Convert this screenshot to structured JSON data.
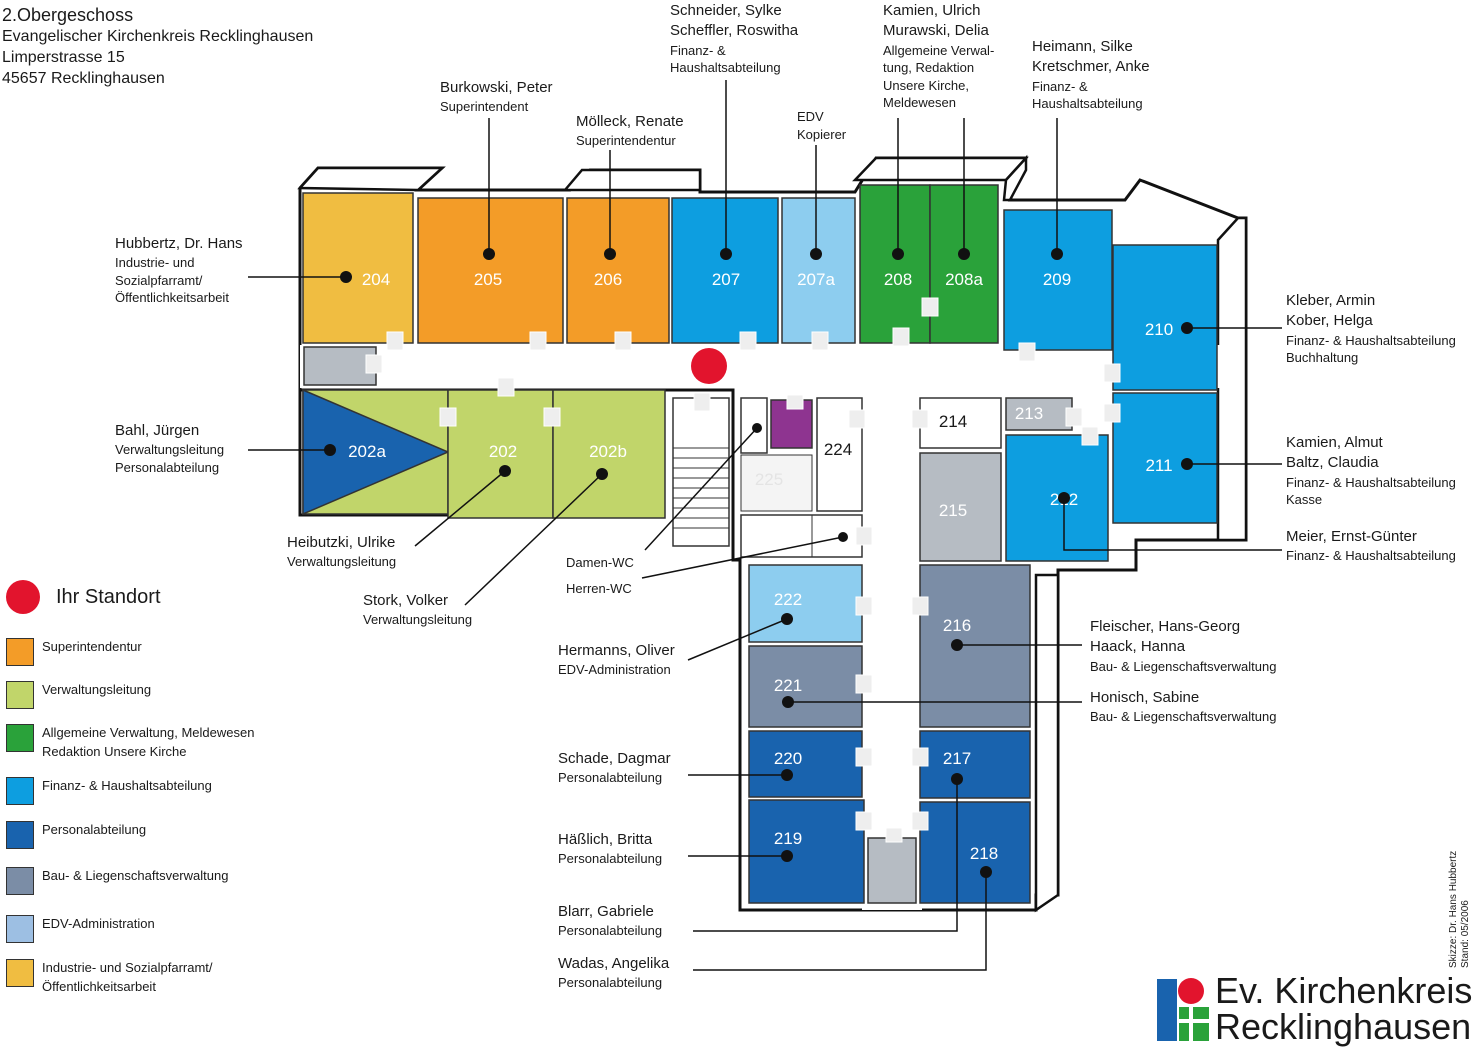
{
  "header": {
    "floor": "2.Obergeschoss",
    "org": "Evangelischer Kirchenkreis Recklinghausen",
    "street": "Limperstrasse 15",
    "city": "45657 Recklinghausen"
  },
  "colors": {
    "superintendentur": "#f39c28",
    "verwaltungsleitung": "#c1d56a",
    "allgemeine": "#2aa23a",
    "finanz": "#0d9ee0",
    "personal": "#1963ae",
    "bau": "#7b8da6",
    "edv": "#8dcdef",
    "industrie": "#f0bd41",
    "grey": "#b6bcc3",
    "wc": "#8e3490",
    "standort": "#e2142d"
  },
  "rooms": {
    "r204": "204",
    "r205": "205",
    "r206": "206",
    "r207": "207",
    "r207a": "207a",
    "r208": "208",
    "r208a": "208a",
    "r209": "209",
    "r210": "210",
    "r211": "211",
    "r212": "212",
    "r213": "213",
    "r214": "214",
    "r215": "215",
    "r216": "216",
    "r217": "217",
    "r218": "218",
    "r219": "219",
    "r220": "220",
    "r221": "221",
    "r222": "222",
    "r224": "224",
    "r225": "225",
    "r202": "202",
    "r202a": "202a",
    "r202b": "202b"
  },
  "labels": {
    "hubbertz": {
      "name": "Hubbertz, Dr. Hans",
      "d1": "Industrie- und",
      "d2": "Sozialpfarramt/",
      "d3": "Öffentlichkeitsarbeit"
    },
    "burkowski": {
      "name": "Burkowski, Peter",
      "d1": "Superintendent"
    },
    "moelleck": {
      "name": "Mölleck, Renate",
      "d1": "Superintendentur"
    },
    "schneider": {
      "name1": "Schneider, Sylke",
      "name2": "Scheffler, Roswitha",
      "d1": "Finanz- &",
      "d2": "Haushaltsabteilung"
    },
    "edv": {
      "d1": "EDV",
      "d2": "Kopierer"
    },
    "kamien_u": {
      "name1": "Kamien, Ulrich",
      "name2": "Murawski, Delia",
      "d1": "Allgemeine Verwal-",
      "d2": "tung, Redaktion",
      "d3": "Unsere Kirche,",
      "d4": "Meldewesen"
    },
    "heimann": {
      "name1": "Heimann, Silke",
      "name2": "Kretschmer, Anke",
      "d1": "Finanz- &",
      "d2": "Haushaltsabteilung"
    },
    "kleber": {
      "name1": "Kleber, Armin",
      "name2": "Kober, Helga",
      "d1": "Finanz- & Haushaltsabteilung",
      "d2": "Buchhaltung"
    },
    "kamien_a": {
      "name1": "Kamien, Almut",
      "name2": "Baltz, Claudia",
      "d1": "Finanz- & Haushaltsabteilung",
      "d2": "Kasse"
    },
    "meier": {
      "name": "Meier, Ernst-Günter",
      "d1": "Finanz- & Haushaltsabteilung"
    },
    "bahl": {
      "name": "Bahl, Jürgen",
      "d1": "Verwaltungsleitung",
      "d2": "Personalabteilung"
    },
    "heibutzki": {
      "name": "Heibutzki, Ulrike",
      "d1": "Verwaltungsleitung"
    },
    "stork": {
      "name": "Stork, Volker",
      "d1": "Verwaltungsleitung"
    },
    "damen_wc": "Damen-WC",
    "herren_wc": "Herren-WC",
    "hermanns": {
      "name": "Hermanns, Oliver",
      "d1": "EDV-Administration"
    },
    "fleischer": {
      "name1": "Fleischer, Hans-Georg",
      "name2": "Haack, Hanna",
      "d1": "Bau- & Liegenschaftsverwaltung"
    },
    "honisch": {
      "name": "Honisch, Sabine",
      "d1": "Bau- & Liegenschaftsverwaltung"
    },
    "schade": {
      "name": "Schade, Dagmar",
      "d1": "Personalabteilung"
    },
    "haesslich": {
      "name": "Häßlich, Britta",
      "d1": "Personalabteilung"
    },
    "blarr": {
      "name": "Blarr, Gabriele",
      "d1": "Personalabteilung"
    },
    "wadas": {
      "name": "Wadas, Angelika",
      "d1": "Personalabteilung"
    }
  },
  "legend": {
    "standort": "Ihr Standort",
    "items": [
      {
        "label": "Superintendentur",
        "color": "#f39c28"
      },
      {
        "label": "Verwaltungsleitung",
        "color": "#c1d56a"
      },
      {
        "label": "Allgemeine Verwaltung, Meldewesen Redaktion Unsere Kirche",
        "color": "#2aa23a"
      },
      {
        "label": "Finanz- & Haushaltsabteilung",
        "color": "#0d9ee0"
      },
      {
        "label": "Personalabteilung",
        "color": "#1963ae"
      },
      {
        "label": "Bau- & Liegenschaftsverwaltung",
        "color": "#7b8da6"
      },
      {
        "label": "EDV-Administration",
        "color": "#9dbfe3"
      },
      {
        "label": "Industrie- und Sozialpfarramt/ Öffentlichkeitsarbeit",
        "color": "#f0bd41"
      }
    ]
  },
  "credit": {
    "line1": "Skizze: Dr. Hans Hubbertz",
    "line2": "Stand: 05/2006"
  },
  "logo": {
    "line1": "Ev. Kirchenkreis",
    "line2": "Recklinghausen"
  }
}
